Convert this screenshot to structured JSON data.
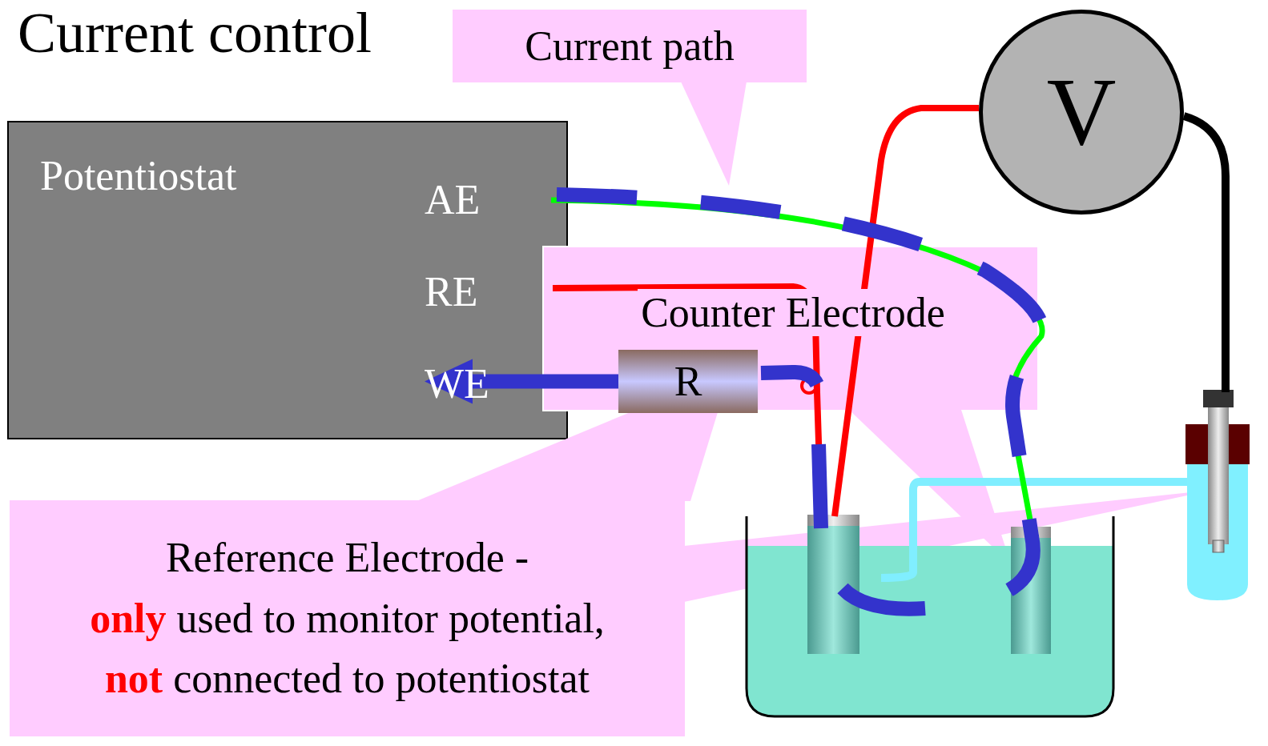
{
  "diagram": {
    "title": "Current control",
    "nodes": [
      {
        "text": [
          "Current path"
        ]
      },
      {
        "text": [
          "Potentiostat"
        ]
      },
      {
        "text": [
          "V"
        ]
      },
      {
        "text": [
          "Counter Electrode"
        ]
      },
      {
        "text": [
          "R"
        ]
      },
      {
        "text": [
          "Reference Electrode -",
          "only",
          "used to monitor potential,",
          "not",
          "connected to potentiostat"
        ]
      }
    ],
    "edges": [
      {
        "from": 4,
        "to": 1,
        "arrow": "to"
      }
    ],
    "labels": [
      "AE",
      "RE",
      "WE"
    ]
  }
}
